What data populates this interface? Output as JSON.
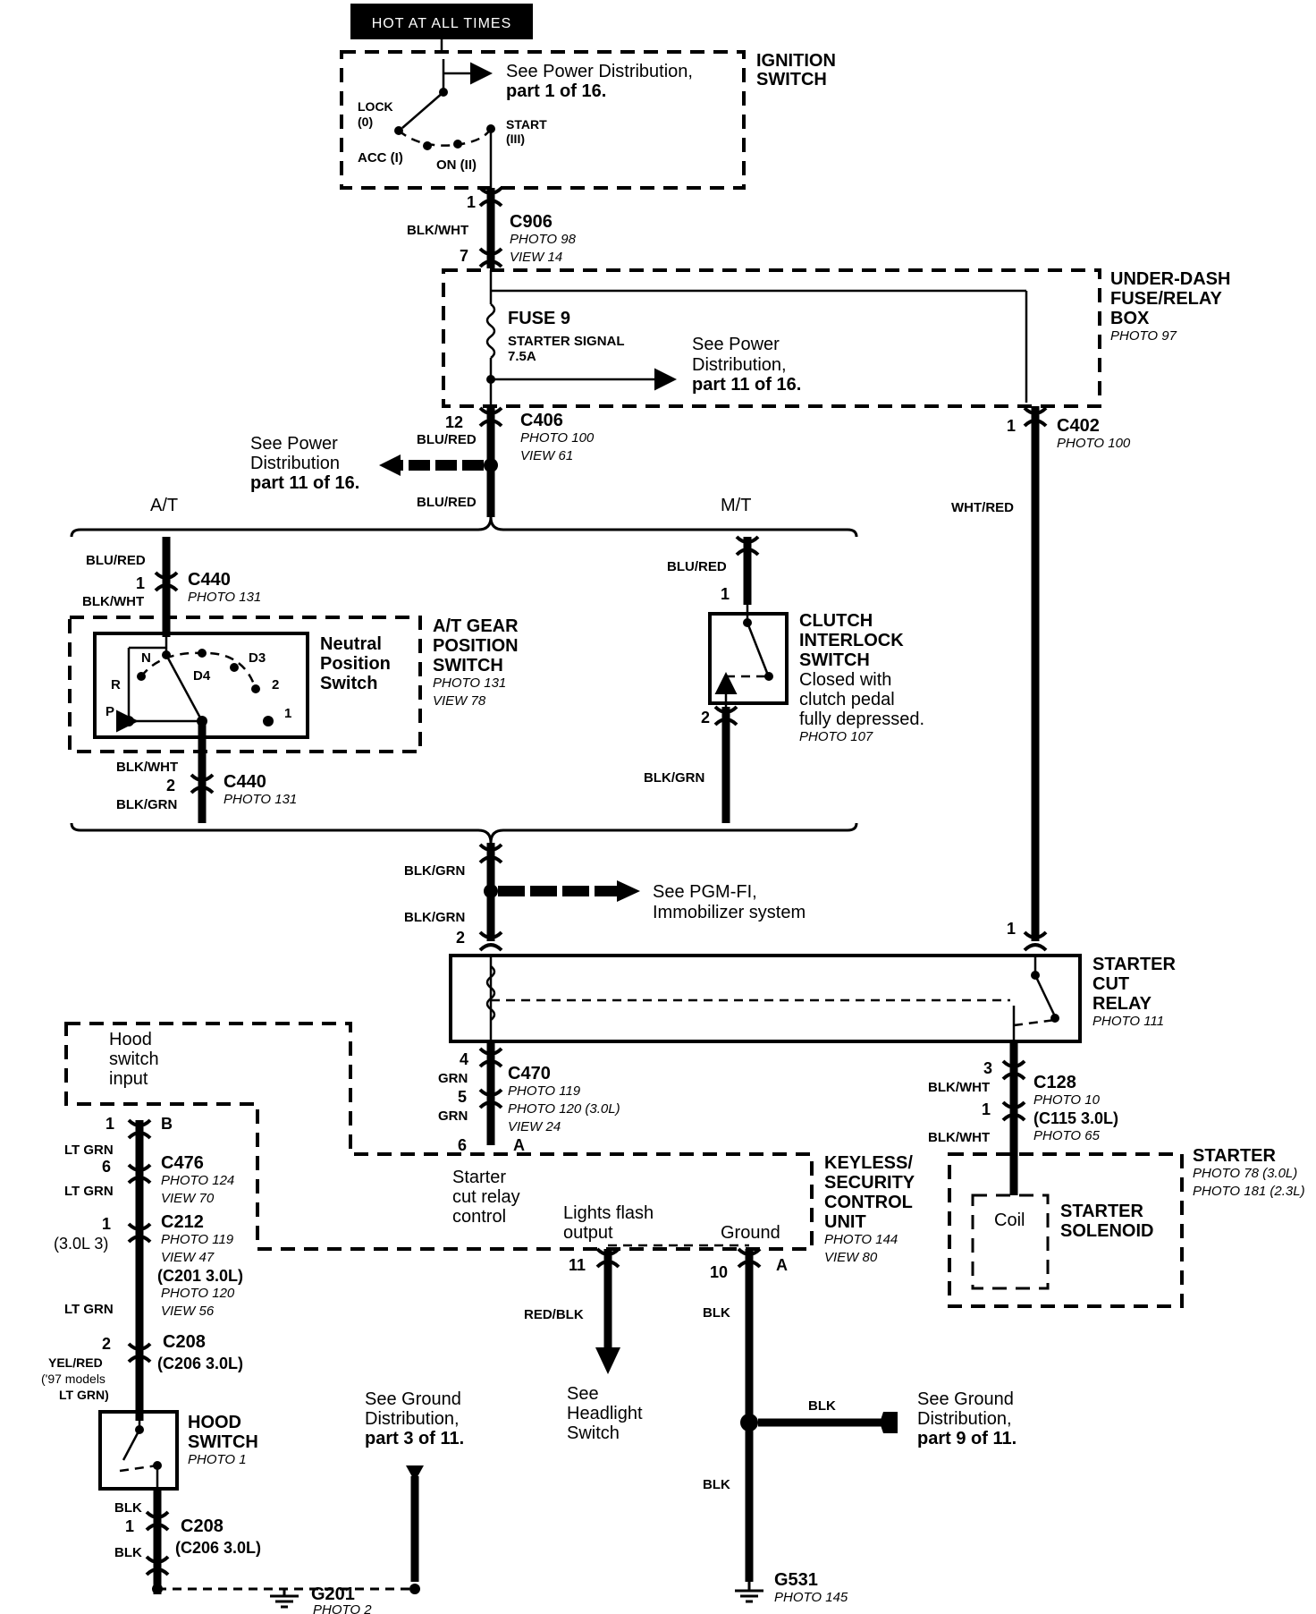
{
  "banner": "HOT AT ALL TIMES",
  "ignition": {
    "title": [
      "IGNITION",
      "SWITCH"
    ],
    "see_note": [
      "See Power Distribution,",
      "part 1 of 16."
    ],
    "lock": [
      "LOCK",
      "(0)"
    ],
    "acc": "ACC (I)",
    "on": "ON (II)",
    "start": [
      "START",
      "(III)"
    ]
  },
  "c906": {
    "id": "C906",
    "photo": "PHOTO 98",
    "view": "VIEW 14",
    "pin_top": "1",
    "pin_bottom": "7",
    "wire": "BLK/WHT"
  },
  "fusebox": {
    "title": [
      "UNDER-DASH",
      "FUSE/RELAY",
      "BOX"
    ],
    "photo": "PHOTO 97",
    "fuse": "FUSE 9",
    "fuse_desc": "STARTER SIGNAL",
    "fuse_rating": "7.5A",
    "see_note": [
      "See Power",
      "Distribution,",
      "part 11 of 16."
    ]
  },
  "c406": {
    "id": "C406",
    "photo": "PHOTO 100",
    "view": "VIEW 61",
    "pin": "12",
    "wire": "BLU/RED"
  },
  "c402": {
    "id": "C402",
    "photo": "PHOTO 100",
    "pin": "1",
    "wire": "WHT/RED"
  },
  "power_note": [
    "See Power",
    "Distribution",
    "part 11 of 16."
  ],
  "blu_red_lower": "BLU/RED",
  "at_label": "A/T",
  "mt_label": "M/T",
  "at_branch": {
    "wire_top": "BLU/RED",
    "c440_top": {
      "id": "C440",
      "photo": "PHOTO 131",
      "pin": "1",
      "wire": "BLK/WHT"
    },
    "switch_title": [
      "A/T GEAR",
      "POSITION",
      "SWITCH"
    ],
    "switch_photo": "PHOTO 131",
    "switch_view": "VIEW 78",
    "neutral": [
      "Neutral",
      "Position",
      "Switch"
    ],
    "positions": {
      "n": "N",
      "d4": "D4",
      "d3": "D3",
      "r": "R",
      "p": "P",
      "two": "2",
      "one": "1"
    },
    "c440_bottom": {
      "id": "C440",
      "photo": "PHOTO 131",
      "pin": "2",
      "wire_top": "BLK/WHT",
      "wire_bottom": "BLK/GRN"
    }
  },
  "mt_branch": {
    "wire_top": "BLU/RED",
    "pin_top": "1",
    "pin_bottom": "2",
    "wire_bottom": "BLK/GRN",
    "title": [
      "CLUTCH",
      "INTERLOCK",
      "SWITCH"
    ],
    "desc": [
      "Closed with",
      "clutch pedal",
      "fully depressed."
    ],
    "photo": "PHOTO 107"
  },
  "pgm": {
    "wire_top": "BLK/GRN",
    "wire_bottom": "BLK/GRN",
    "note": [
      "See PGM-FI,",
      "Immobilizer system"
    ]
  },
  "starter_relay": {
    "title": [
      "STARTER",
      "CUT",
      "RELAY"
    ],
    "photo": "PHOTO 111",
    "pin_left": "2",
    "pin_right": "1"
  },
  "c470": {
    "id": "C470",
    "photo1": "PHOTO 119",
    "photo2": "PHOTO 120 (3.0L)",
    "view": "VIEW 24",
    "pin4": "4",
    "pin5": "5",
    "pin6": "6",
    "wire1": "GRN",
    "wire2": "GRN",
    "letter": "A"
  },
  "c128": {
    "id": "C128",
    "photo": "PHOTO 10",
    "alt": "(C115 3.0L)",
    "alt_photo": "PHOTO 65",
    "pin3": "3",
    "pin1": "1",
    "wire1": "BLK/WHT",
    "wire2": "BLK/WHT"
  },
  "starter": {
    "title": "STARTER",
    "photo1": "PHOTO 78 (3.0L)",
    "photo2": "PHOTO 181 (2.3L)",
    "coil": "Coil",
    "solenoid": [
      "STARTER",
      "SOLENOID"
    ]
  },
  "keyless": {
    "title": [
      "KEYLESS/",
      "SECURITY",
      "CONTROL",
      "UNIT"
    ],
    "photo": "PHOTO 144",
    "view": "VIEW 80",
    "hood_input": [
      "Hood",
      "switch",
      "input"
    ],
    "starter_cut": [
      "Starter",
      "cut relay",
      "control"
    ],
    "lights_flash": [
      "Lights flash",
      "output"
    ],
    "ground": "Ground",
    "pin_b1": "1",
    "letter_b": "B",
    "pin11": "11",
    "pin10": "10",
    "letter_a": "A"
  },
  "hood_chain": {
    "wire1": "LT GRN",
    "c476": {
      "id": "C476",
      "photo": "PHOTO 124",
      "view": "VIEW 70",
      "pin": "6"
    },
    "wire2": "LT GRN",
    "c212": {
      "id": "C212",
      "photo": "PHOTO 119",
      "view": "VIEW 47",
      "pin": "1",
      "pin_alt": "(3.0L 3)",
      "alt": "(C201 3.0L)",
      "alt_photo": "PHOTO 120",
      "alt_view": "VIEW 56"
    },
    "wire3": "LT GRN",
    "c208": {
      "id": "C208",
      "alt": "(C206 3.0L)",
      "pin": "2"
    },
    "wire4": [
      "YEL/RED",
      "('97 models",
      "LT GRN)"
    ],
    "hood_switch": {
      "title": [
        "HOOD",
        "SWITCH"
      ],
      "photo": "PHOTO 1"
    },
    "wire5": "BLK",
    "c208b": {
      "id": "C208",
      "alt": "(C206 3.0L)",
      "pin": "1"
    },
    "wire6": "BLK"
  },
  "ground_left": {
    "note": [
      "See Ground",
      "Distribution,",
      "part 3 of 11."
    ],
    "id": "G201",
    "photo": "PHOTO 2"
  },
  "headlight": {
    "wire": "RED/BLK",
    "note": [
      "See",
      "Headlight",
      "Switch"
    ]
  },
  "ground_right": {
    "wire_top": "BLK",
    "wire_side": "BLK",
    "wire_bottom": "BLK",
    "note": [
      "See Ground",
      "Distribution,",
      "part 9 of 11."
    ],
    "id": "G531",
    "photo": "PHOTO 145"
  }
}
